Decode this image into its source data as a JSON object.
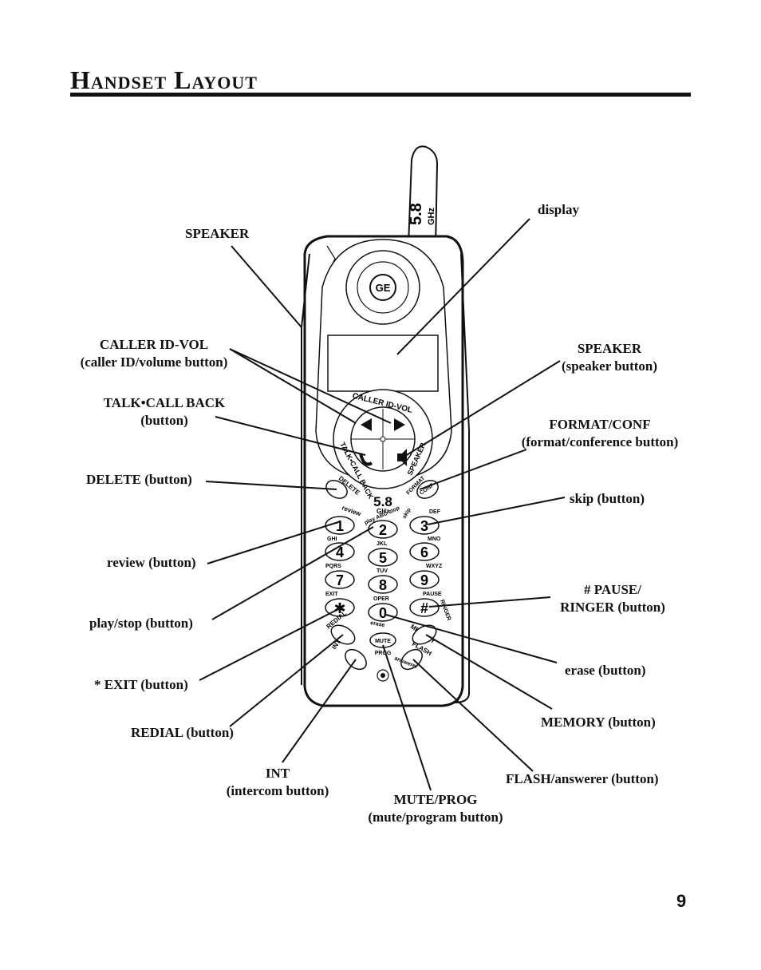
{
  "page": {
    "title": "Handset Layout",
    "number": "9"
  },
  "labels": {
    "speaker_top": "SPEAKER",
    "display": "display",
    "caller_id_line1": "CALLER ID-VOL",
    "caller_id_line2": "(caller ID/volume button)",
    "speaker_btn_line1": "SPEAKER",
    "speaker_btn_line2": "(speaker button)",
    "talk_line1": "TALK•CALL BACK",
    "talk_line2": "(button)",
    "format_line1": "FORMAT/CONF",
    "format_line2": "(format/conference button)",
    "delete": "DELETE (button)",
    "skip": "skip (button)",
    "review": "review (button)",
    "pause_line1": "# PAUSE/",
    "pause_line2": "RINGER (button)",
    "play_stop": "play/stop (button)",
    "erase": "erase (button)",
    "exit": "* EXIT (button)",
    "memory": "MEMORY (button)",
    "redial": "REDIAL (button)",
    "flash": "FLASH/answerer (button)",
    "int_line1": "INT",
    "int_line2": "(intercom button)",
    "mute_line1": "MUTE/PROG",
    "mute_line2": "(mute/program button)"
  },
  "phone": {
    "antenna_text": "5.8",
    "antenna_sub": "GHz",
    "brand_logo": "GE",
    "nav_arc_top": "CALLER ID-VOL",
    "nav_arc_left": "TALK•CALL BACK",
    "nav_arc_right": "SPEAKER",
    "band": "5.8",
    "band_unit": "GHz",
    "keys": {
      "delete": "DELETE",
      "conf": "CONF",
      "format": "FORMAT",
      "k1": "1",
      "k2": "2",
      "k3": "3",
      "k4": "4",
      "k5": "5",
      "k6": "6",
      "k7": "7",
      "k8": "8",
      "k9": "9",
      "star": "✱",
      "k0": "0",
      "hash": "#",
      "review": "review",
      "play": "play ABC stop",
      "skip": "skip",
      "def": "DEF",
      "ghi": "GHI",
      "jkl": "JKL",
      "mno": "MNO",
      "pqrs": "PQRS",
      "tuv": "TUV",
      "wxyz": "WXYZ",
      "exit": "EXIT",
      "oper": "OPER",
      "pause": "PAUSE",
      "ringer": "RINGER",
      "erase": "erase",
      "redial": "REDIAL",
      "memory": "MEMORY",
      "mute": "MUTE",
      "prog": "PROG",
      "flash": "FLASH",
      "int": "INT",
      "answerer": "answerer"
    }
  }
}
